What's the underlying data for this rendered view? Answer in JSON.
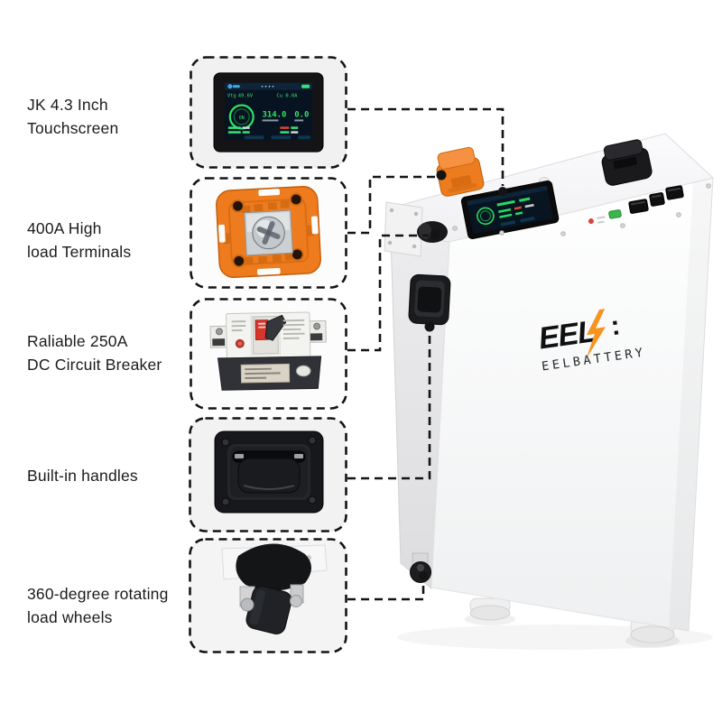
{
  "features": [
    {
      "id": "touchscreen",
      "line1": "JK 4.3 Inch",
      "line2": "Touchscreen"
    },
    {
      "id": "terminals",
      "line1": "400A High",
      "line2": "load Terminals"
    },
    {
      "id": "breaker",
      "line1": "Raliable 250A",
      "line2": "DC Circuit Breaker"
    },
    {
      "id": "handles",
      "line1": "Built-in handles",
      "line2": ""
    },
    {
      "id": "wheels",
      "line1": "360-degree rotating",
      "line2": "load wheels"
    }
  ],
  "brand": {
    "name": "EEL",
    "colon": ":",
    "tagline": "EELBATTERY"
  },
  "touchscreen_ui": {
    "voltage_label": "Vtg",
    "voltage_value": "49.6V",
    "current_label": "Cu",
    "current_value": "0.0A",
    "main_value": "314.0",
    "secondary_value": "0.0",
    "gauge_label": "ON"
  },
  "icons": {
    "logo_bolt": "lightning-bolt",
    "connector_dot": "filled-circle"
  },
  "colors": {
    "accent_orange": "#ee7c1e",
    "logo_bolt_orange": "#f7941d",
    "screen_green": "#2ee56a",
    "alert_red": "#d8352b",
    "line_black": "#141414",
    "body_white": "#fafafa",
    "callout_fill": "#f2f2f2"
  }
}
